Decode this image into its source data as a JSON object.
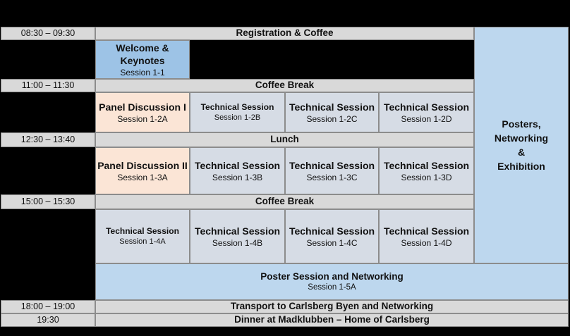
{
  "palette": {
    "background": "#000000",
    "grid_border": "#8c8c8c",
    "gray_band": "#d9d9d9",
    "blue_medium": "#9dc3e6",
    "blue_light": "#bdd7ee",
    "blue_gray": "#d6dce5",
    "peach": "#fbe5d6",
    "text": "#111111"
  },
  "table": {
    "time_column": {
      "registration": "08:30 – 09:30",
      "coffee1": "11:00 – 11:30",
      "lunch": "12:30 – 13:40",
      "coffee2": "15:00 – 15:30",
      "transport": "18:00 – 19:00",
      "dinner": "19:30"
    },
    "bands": {
      "registration": "Registration & Coffee",
      "coffee1": "Coffee Break",
      "lunch": "Lunch",
      "coffee2": "Coffee Break",
      "transport": "Transport to Carlsberg Byen and Networking",
      "dinner": "Dinner at Madklubben – Home of Carlsberg"
    },
    "sessions": {
      "welcome": {
        "line1": "Welcome &",
        "line2": "Keynotes",
        "code": "Session 1-1"
      },
      "s12a": {
        "title": "Panel Discussion I",
        "code": "Session 1-2A"
      },
      "s12b": {
        "title": "Technical Session",
        "code": "Session 1-2B"
      },
      "s12c": {
        "title": "Technical Session",
        "code": "Session 1-2C"
      },
      "s12d": {
        "title": "Technical Session",
        "code": "Session 1-2D"
      },
      "s13a": {
        "title": "Panel Discussion II",
        "code": "Session 1-3A"
      },
      "s13b": {
        "title": "Technical Session",
        "code": "Session 1-3B"
      },
      "s13c": {
        "title": "Technical Session",
        "code": "Session 1-3C"
      },
      "s13d": {
        "title": "Technical Session",
        "code": "Session 1-3D"
      },
      "s14a": {
        "title": "Technical Session",
        "code": "Session 1-4A"
      },
      "s14b": {
        "title": "Technical Session",
        "code": "Session 1-4B"
      },
      "s14c": {
        "title": "Technical Session",
        "code": "Session 1-4C"
      },
      "s14d": {
        "title": "Technical Session",
        "code": "Session 1-4D"
      },
      "s15a": {
        "title": "Poster Session and Networking",
        "code": "Session 1-5A"
      }
    },
    "posters_column": {
      "line1": "Posters,",
      "line2": "Networking",
      "line3": "&",
      "line4": "Exhibition"
    }
  }
}
